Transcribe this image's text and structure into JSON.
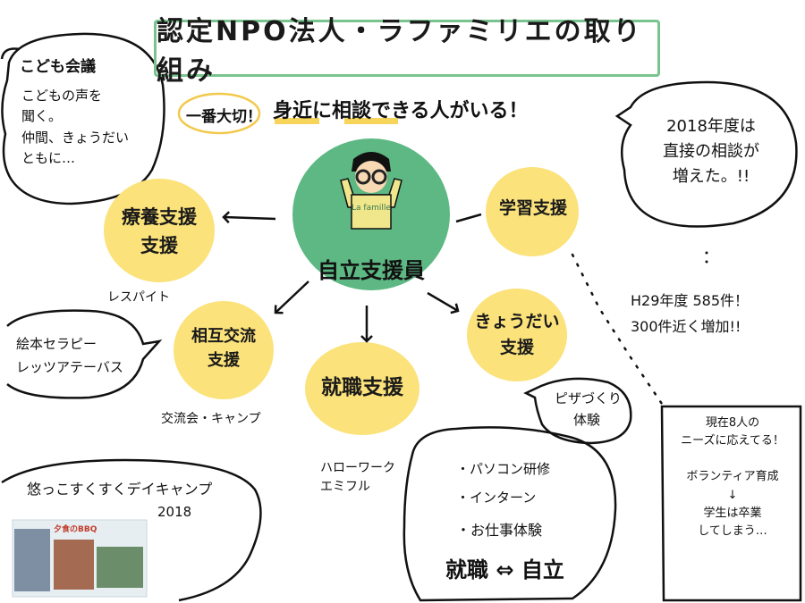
{
  "title": "認定NPO法人・ラファミリエの取り組み",
  "priority_badge": "一番大切！",
  "key_message": "身近に相談できる人がいる！",
  "center": {
    "label": "自立支援員",
    "shirt_text": "La famille"
  },
  "nodes": {
    "respite": {
      "label": "療養支援\n支援",
      "sub": "レスパイト"
    },
    "learning": {
      "label": "学習支援"
    },
    "mutual": {
      "label": "相互交流\n支援",
      "sub": "交流会・キャンプ"
    },
    "employment": {
      "label": "就職支援",
      "sub": "ハローワーク\nエミフル"
    },
    "sibling": {
      "label": "きょうだい\n支援"
    }
  },
  "callouts": {
    "children_meeting": {
      "title": "こども会議",
      "body": "こどもの声を\n聞く。\n仲間、きょうだい\nともに…"
    },
    "stats_top": {
      "body": "2018年度は\n直接の相談が\n増えた。!!"
    },
    "stats_mid": {
      "body": "H29年度 585件！\n300件近く増加!!"
    },
    "picture_book": {
      "body": "絵本セラピー\nレッツアテーバス"
    },
    "pizza": {
      "body": "ピザづくり\n体験"
    },
    "jobs": {
      "items": [
        "・パソコン研修",
        "・インターン",
        "・お仕事体験"
      ],
      "footer": "就職 ⇔ 自立"
    },
    "needs": {
      "body": "現在8人の\nニーズに応えてる！\n\nボランティア育成\n↓\n学生は卒業\nしてしまう…"
    },
    "camp": {
      "title": "悠っこすくすくデイキャンプ",
      "year": "2018",
      "photo_caption": "夕食のBBQ"
    }
  },
  "colors": {
    "green": "#5db883",
    "yellow": "#fbe27a",
    "title_border": "#79c48e",
    "underline": "#f6d55a"
  }
}
